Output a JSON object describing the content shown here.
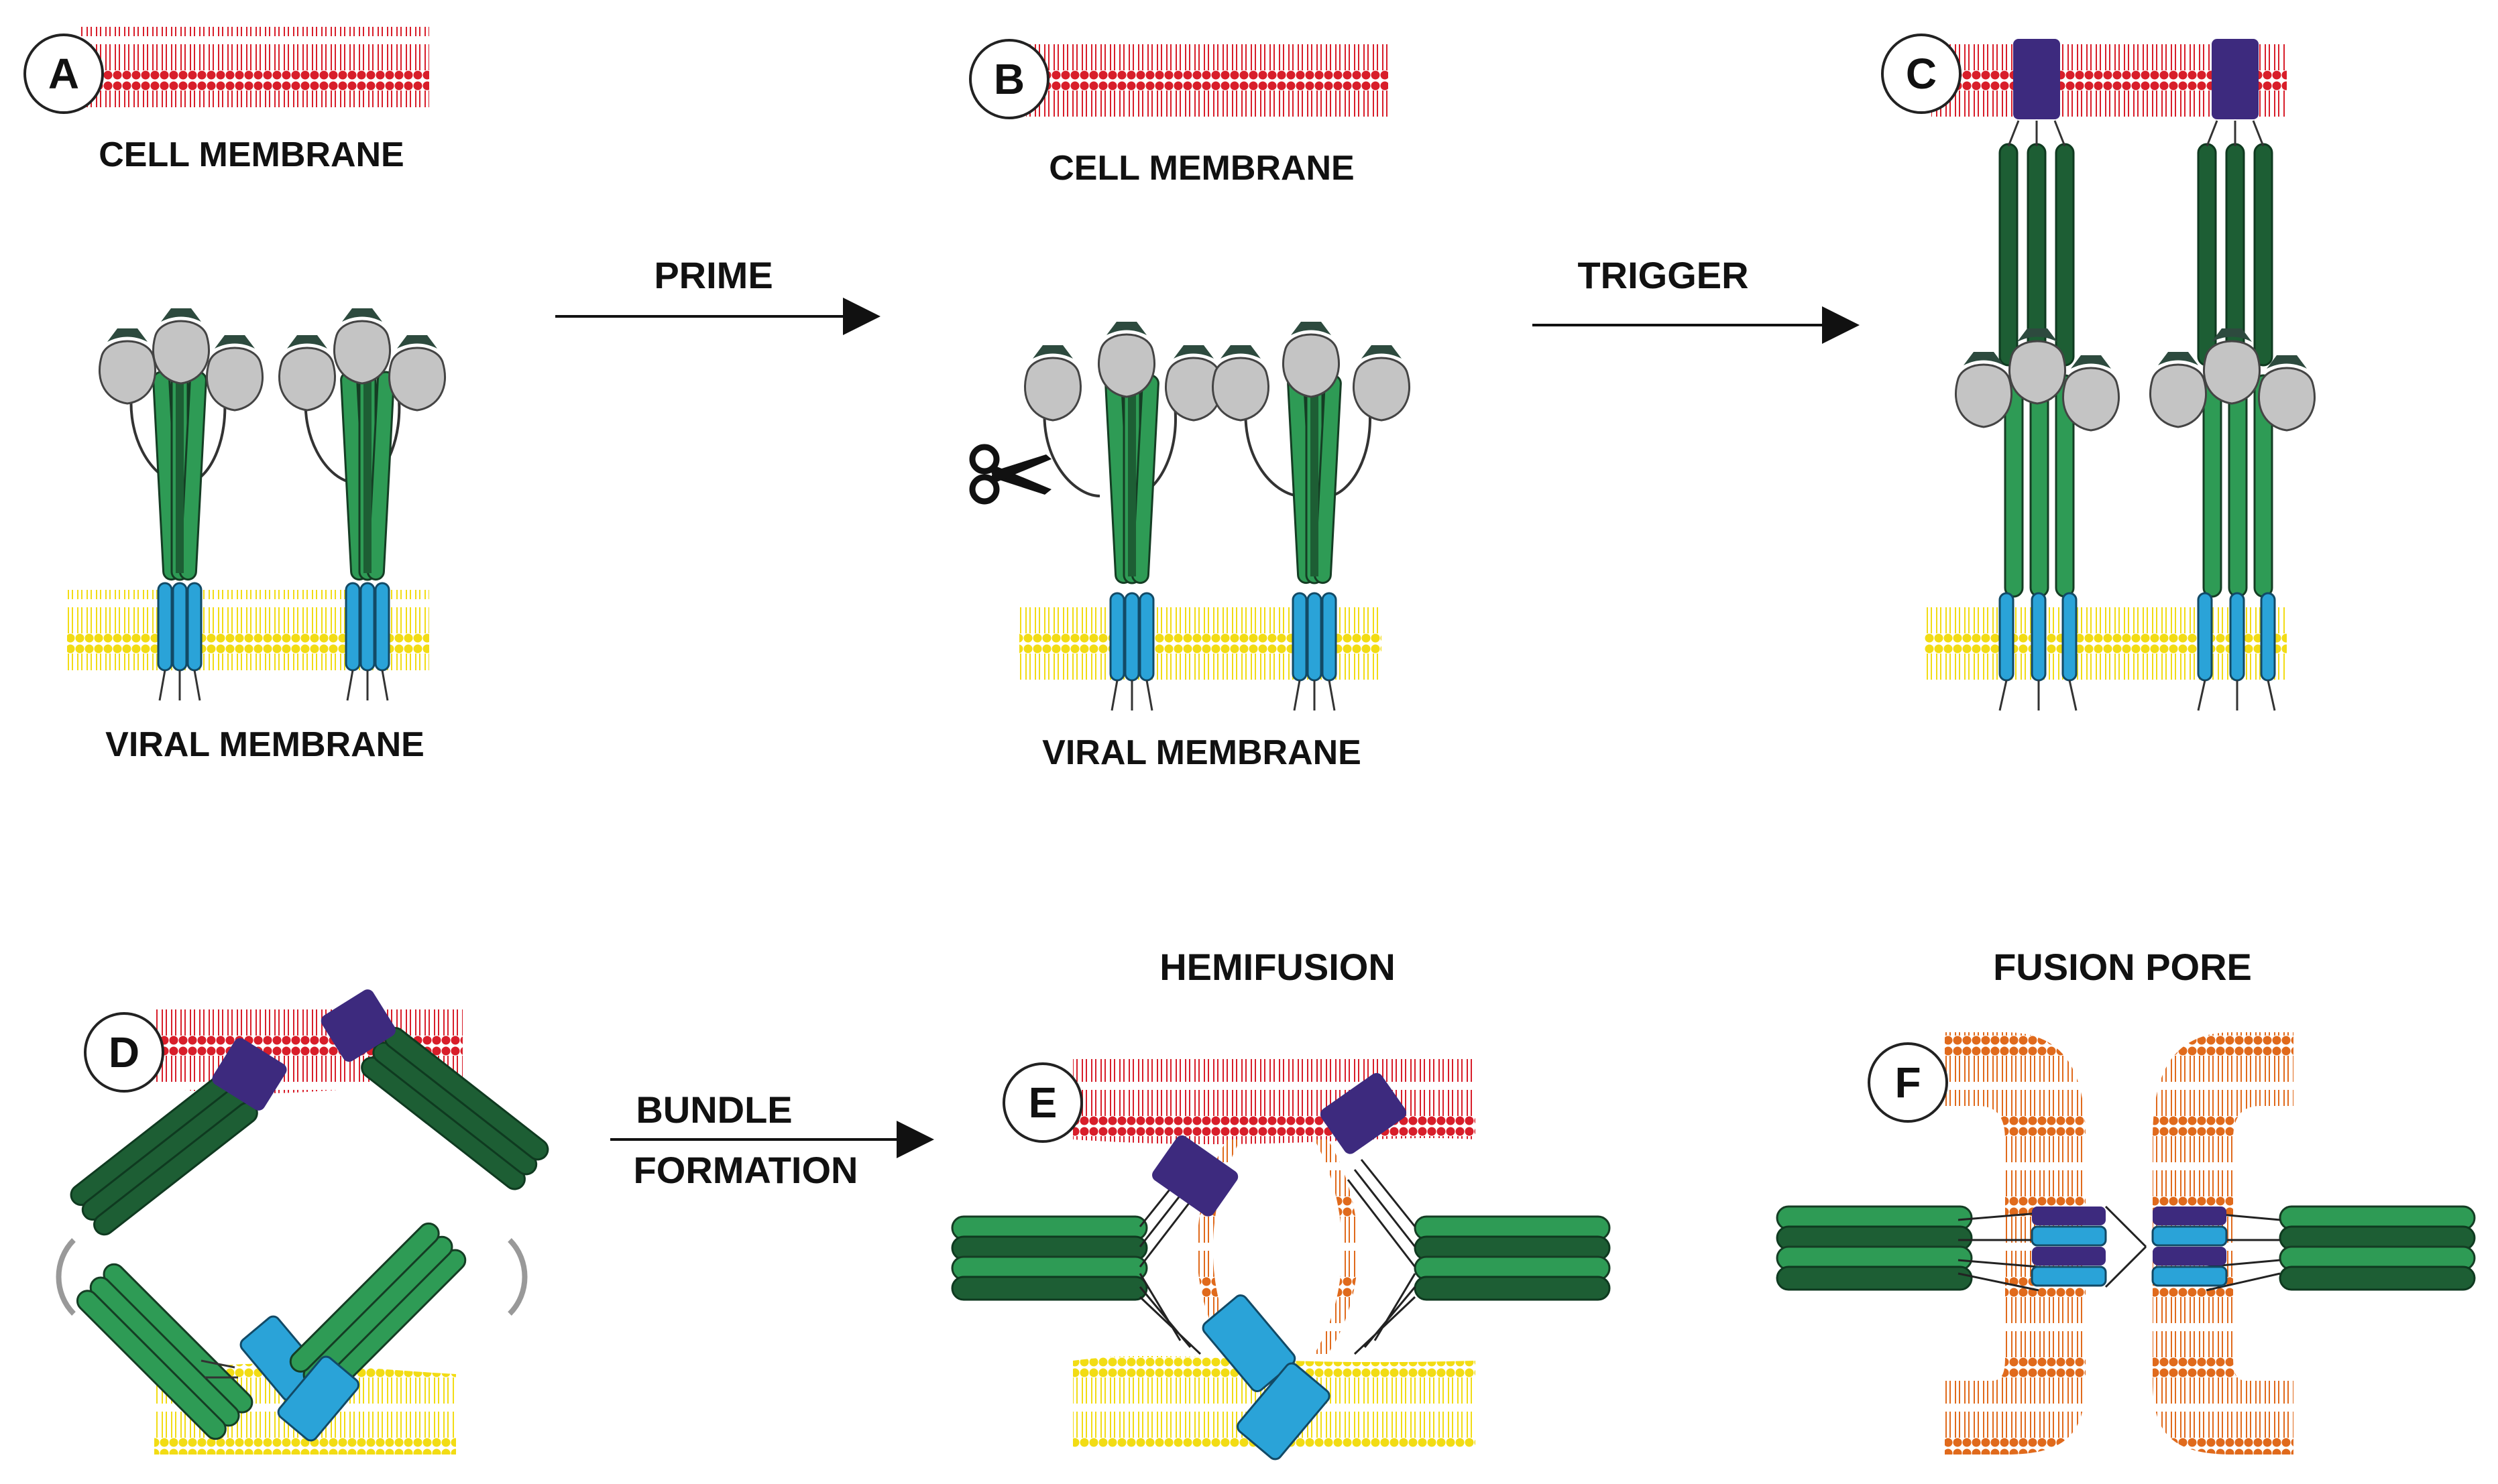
{
  "labels": {
    "cell_membrane": "CELL MEMBRANE",
    "viral_membrane": "VIRAL MEMBRANE",
    "prime": "PRIME",
    "trigger": "TRIGGER",
    "bundle_line1": "BUNDLE",
    "bundle_line2": "FORMATION",
    "hemifusion": "HEMIFUSION",
    "fusion_pore": "FUSION PORE"
  },
  "panels": [
    "A",
    "B",
    "C",
    "D",
    "E",
    "F"
  ],
  "colors": {
    "cell_membrane": "#d81e2a",
    "viral_membrane": "#f2dc14",
    "fused_membrane": "#e06a1c",
    "green_light": "#2e9b55",
    "green_dark": "#1d5e34",
    "head_gray": "#c4c4c4",
    "head_cap": "#2d4a3e",
    "tm_blue": "#2aa3d8",
    "fusion_peptide": "#3d2a7e"
  }
}
